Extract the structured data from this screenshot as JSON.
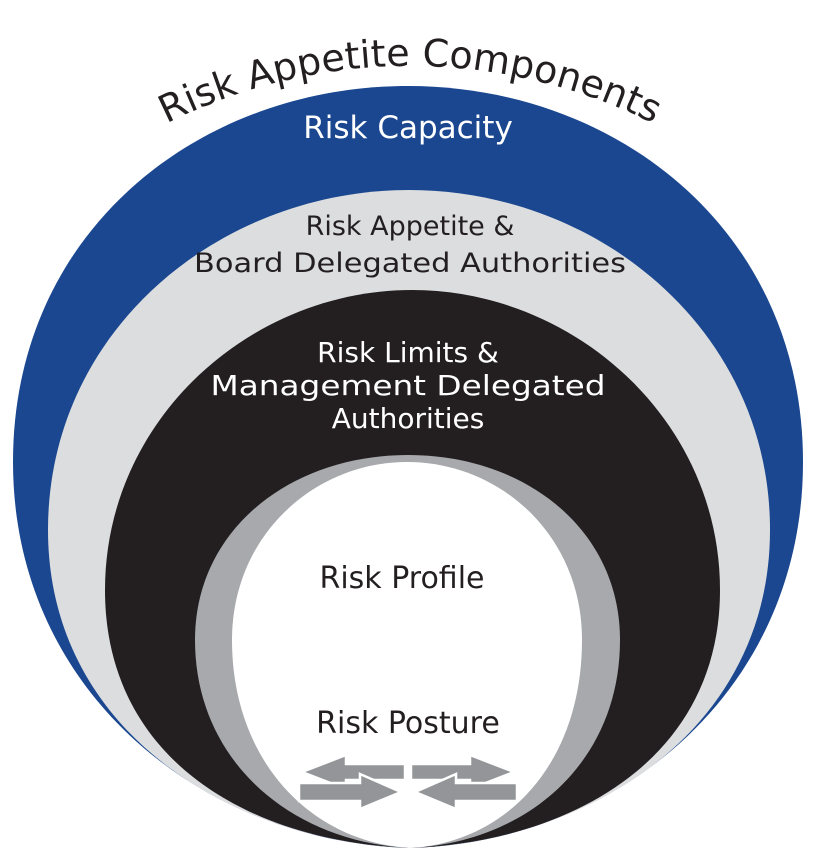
{
  "title": "Risk Appetite Components",
  "layers": [
    {
      "label_lines": [
        "Risk Capacity"
      ],
      "color": "#1a4790",
      "text_color": "#ffffff"
    },
    {
      "label_lines": [
        "Risk Appetite &",
        "Board Delegated Authorities"
      ],
      "color": "#dcdddf",
      "text_color": "#231f20"
    },
    {
      "label_lines": [
        "Risk Limits &",
        "Management Delegated",
        "Authorities"
      ],
      "color": "#231f20",
      "text_color": "#ffffff"
    },
    {
      "label_lines": [
        "Risk Profile"
      ],
      "color": "#ffffff",
      "text_color": "#231f20"
    },
    {
      "label_lines": [
        "Risk Posture"
      ],
      "color": "#ffffff",
      "text_color": "#231f20"
    }
  ],
  "ring_accent": "#a7a9ac",
  "arrow_color": "#939598"
}
